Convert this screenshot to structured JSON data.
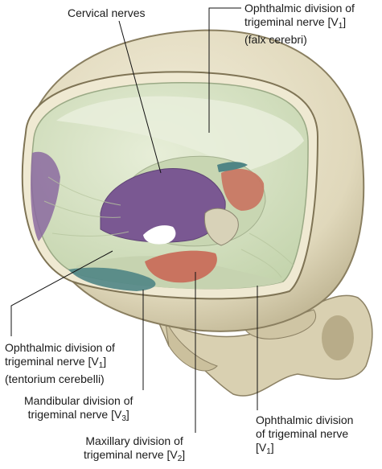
{
  "labels": {
    "cervical": {
      "line1": "Cervical nerves"
    },
    "falx": {
      "line1": "Ophthalmic division of",
      "line2_pre": "trigeminal nerve [V",
      "line2_sub": "1",
      "line2_post": "]",
      "line3": "(falx cerebri)"
    },
    "tentorium": {
      "line1": "Ophthalmic division of",
      "line2_pre": "trigeminal nerve [V",
      "line2_sub": "1",
      "line2_post": "]",
      "line3": "(tentorium cerebelli)"
    },
    "mandibular": {
      "line1": "Mandibular division of",
      "line2_pre": "trigeminal nerve [V",
      "line2_sub": "3",
      "line2_post": "]"
    },
    "maxillary": {
      "line1": "Maxillary division of",
      "line2_pre": "trigeminal nerve [V",
      "line2_sub": "2",
      "line2_post": "]"
    },
    "ophthalmic_floor": {
      "line1": "Ophthalmic division",
      "line2": "of  trigeminal nerve",
      "line3_pre": "[V",
      "line3_sub": "1",
      "line3_post": "]"
    }
  },
  "colors": {
    "bone": "#e3dcc1",
    "bone_shadow": "#b5aa86",
    "dura_green": "#d7e3c2",
    "purple": "#7d5a94",
    "salmon": "#c9735f",
    "teal": "#4f8585",
    "leader": "#111111"
  }
}
